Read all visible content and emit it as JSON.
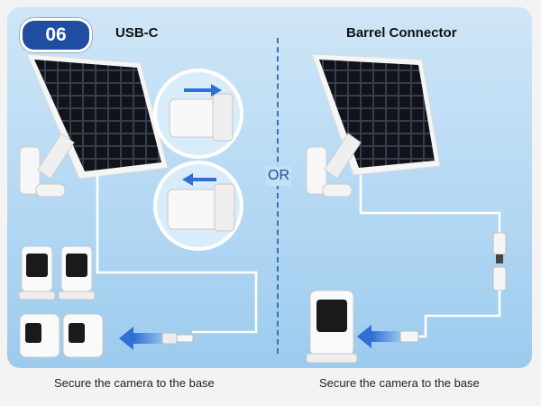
{
  "step_badge": "06",
  "left": {
    "title": "USB-C",
    "caption": "Secure the camera to the base"
  },
  "right": {
    "title": "Barrel Connector",
    "caption": "Secure the camera to the base"
  },
  "separator_label": "OR",
  "colors": {
    "badge": "#1f4ea0",
    "arrow": "#2f6fd6",
    "panel": "#b4d8f3"
  }
}
